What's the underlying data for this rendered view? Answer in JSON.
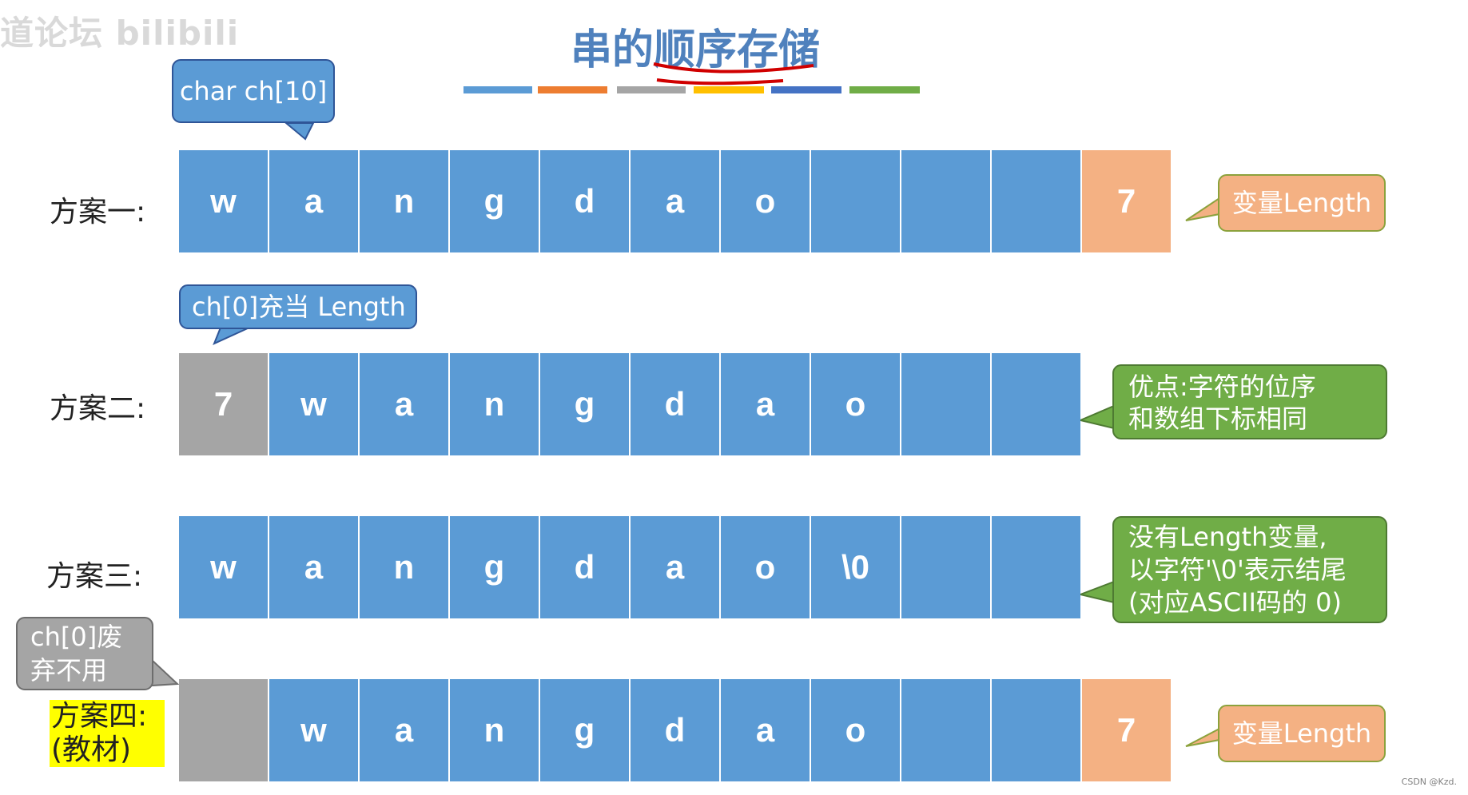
{
  "watermark": "道论坛 bilibili",
  "title": "串的顺序存储",
  "colors": [
    "#5b9bd5",
    "#ed7d31",
    "#a5a5a5",
    "#ffc000",
    "#4472c4",
    "#70ad47"
  ],
  "top_callout": "char ch[10]",
  "schemes": [
    {
      "label": "方案一:",
      "cells": [
        "w",
        "a",
        "n",
        "g",
        "d",
        "a",
        "o",
        "",
        "",
        ""
      ],
      "extra": "7",
      "note": [
        "变量Length"
      ]
    },
    {
      "label": "方案二:",
      "above": "ch[0]充当 Length",
      "cells": [
        "7",
        "w",
        "a",
        "n",
        "g",
        "d",
        "a",
        "o",
        "",
        ""
      ],
      "note": [
        "优点:字符的位序",
        "和数组下标相同"
      ]
    },
    {
      "label": "方案三:",
      "cells": [
        "w",
        "a",
        "n",
        "g",
        "d",
        "a",
        "o",
        "\\0",
        "",
        ""
      ],
      "note": [
        "没有Length变量,",
        "以字符'\\0'表示结尾",
        "(对应ASCII码的 0)"
      ]
    },
    {
      "label_line1": "方案四:",
      "label_line2": "(教材)",
      "above": [
        "ch[0]废",
        "弃不用"
      ],
      "cells": [
        "",
        "w",
        "a",
        "n",
        "g",
        "d",
        "a",
        "o",
        "",
        ""
      ],
      "extra": "7",
      "note": [
        "变量Length"
      ]
    }
  ],
  "credit": "CSDN @Kzd."
}
